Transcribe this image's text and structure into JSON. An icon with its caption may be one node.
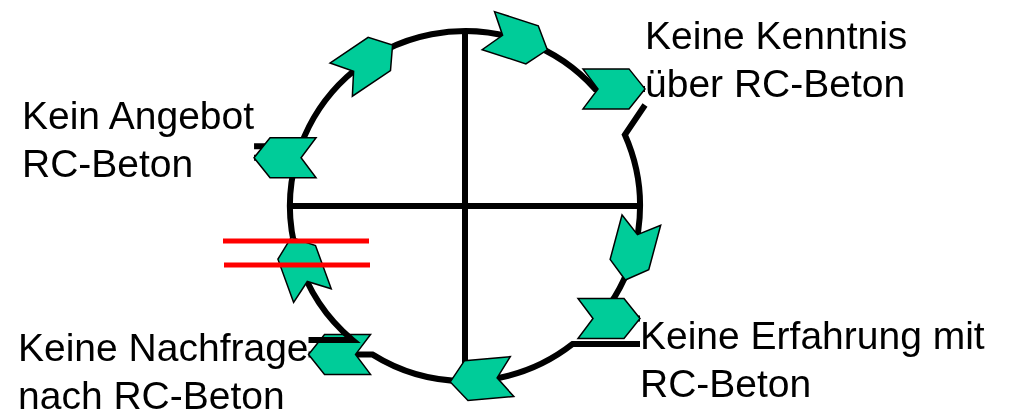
{
  "diagram": {
    "nodes": [
      {
        "text": [
          "Kein Angebot RC-Beton"
        ]
      },
      {
        "text": [
          "Keine Kenntnis über RC-Beton"
        ]
      },
      {
        "text": [
          "Keine Erfahrung mit RC-Beton"
        ]
      },
      {
        "text": [
          "Keine Nachfrage nach RC-Beton"
        ]
      }
    ],
    "edges": [
      {
        "from": 0,
        "to": 1,
        "arrow": "to"
      },
      {
        "from": 1,
        "to": 2,
        "arrow": "to"
      },
      {
        "from": 2,
        "to": 3,
        "arrow": "to"
      },
      {
        "from": 3,
        "to": 0,
        "arrow": "to"
      }
    ]
  }
}
